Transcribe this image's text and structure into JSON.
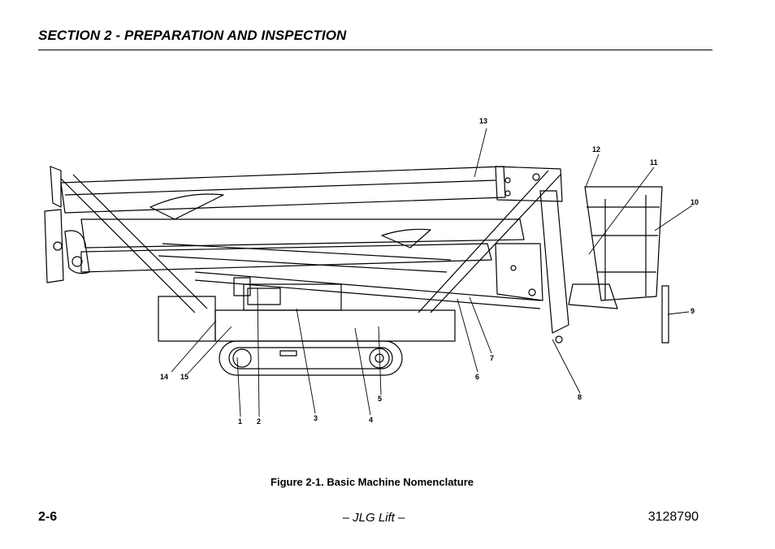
{
  "header": {
    "section_title": "SECTION 2 - PREPARATION AND INSPECTION"
  },
  "figure": {
    "caption": "Figure 2-1. Basic Machine Nomenclature",
    "callouts": [
      "1",
      "2",
      "3",
      "4",
      "5",
      "6",
      "7",
      "8",
      "9",
      "10",
      "11",
      "12",
      "13",
      "14",
      "15"
    ]
  },
  "footer": {
    "page_number": "2-6",
    "center_text": "– JLG Lift –",
    "doc_number": "3128790"
  }
}
